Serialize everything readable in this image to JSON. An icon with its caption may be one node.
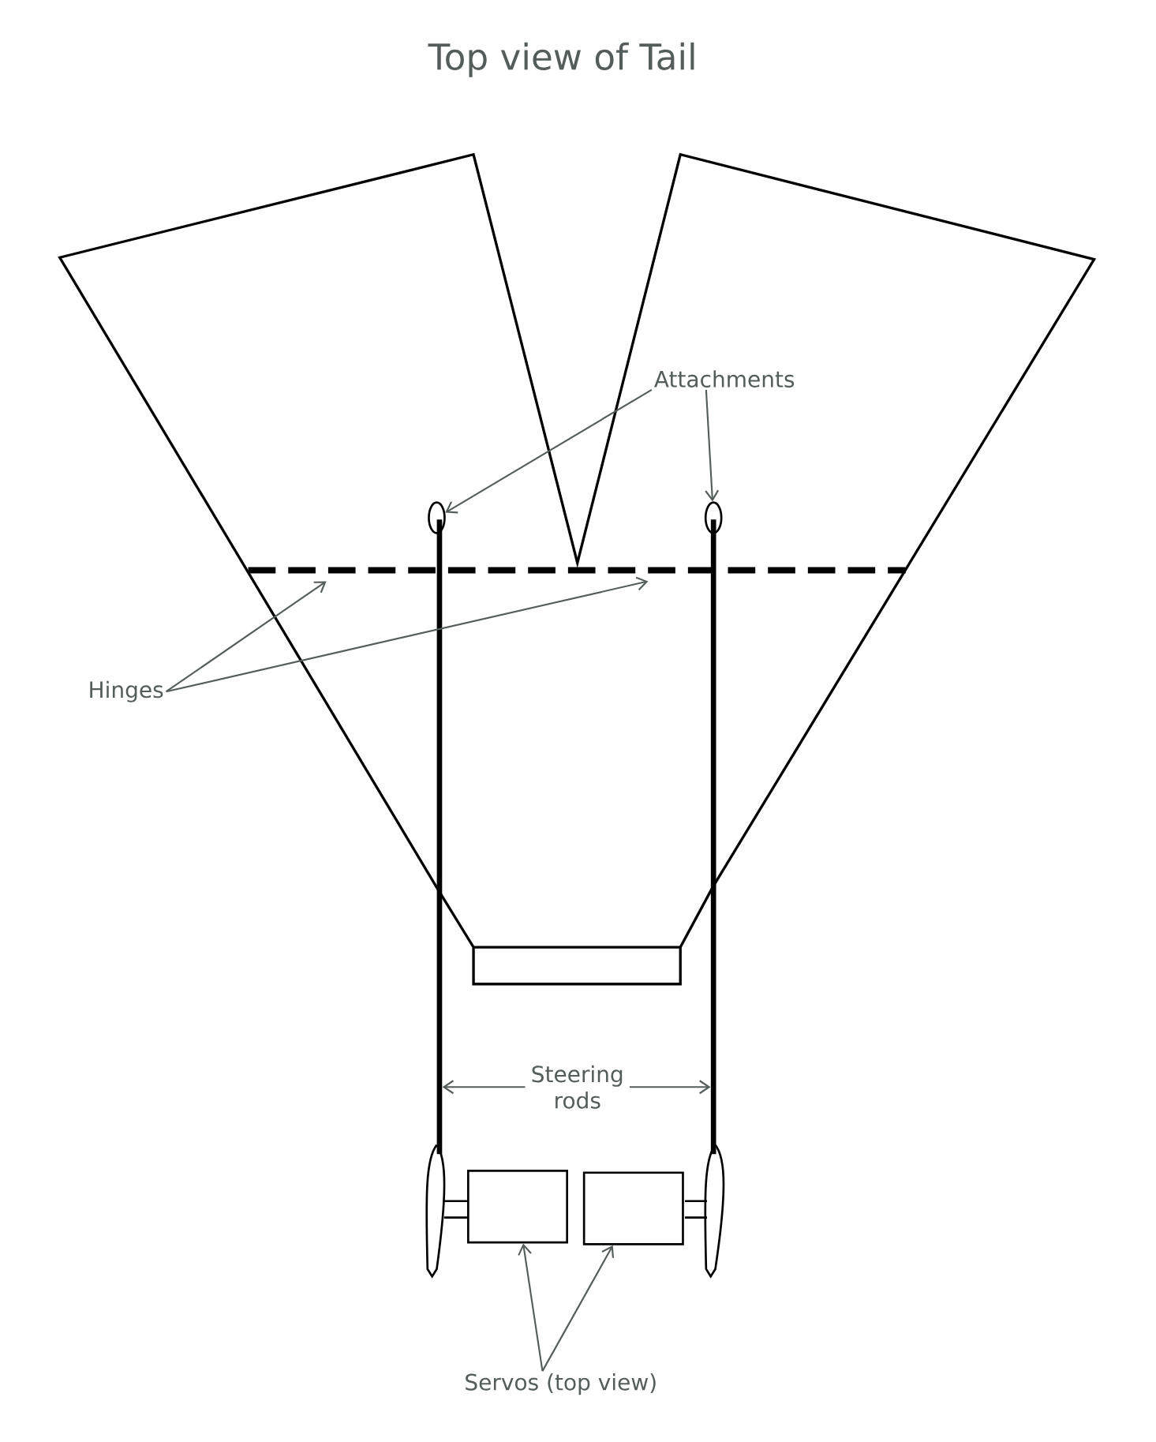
{
  "diagram": {
    "title": "Top view of Tail",
    "nodes": [
      {
        "text": [
          "Attachments"
        ]
      },
      {
        "text": [],
        "shape": "circle"
      },
      {
        "text": [],
        "shape": "circle"
      },
      {
        "text": [
          "Hinges"
        ]
      },
      {
        "text": [
          "Steering rods"
        ]
      },
      {
        "text": [],
        "shape": "bar"
      },
      {
        "text": [],
        "shape": "bar"
      },
      {
        "text": [],
        "shape": "box"
      },
      {
        "text": [],
        "shape": "box"
      },
      {
        "text": [
          "Servos (top view)"
        ]
      }
    ],
    "edges": [
      {
        "from": 0,
        "to": 1,
        "arrow": "to"
      },
      {
        "from": 0,
        "to": 2,
        "arrow": "to"
      },
      {
        "from": 3,
        "to": null,
        "arrow": "to"
      },
      {
        "from": 3,
        "to": null,
        "arrow": "to"
      },
      {
        "from": 4,
        "to": 5,
        "arrow": "to"
      },
      {
        "from": 4,
        "to": 6,
        "arrow": "to"
      },
      {
        "from": 9,
        "to": 7,
        "arrow": "to"
      },
      {
        "from": 9,
        "to": 8,
        "arrow": "to"
      }
    ]
  }
}
